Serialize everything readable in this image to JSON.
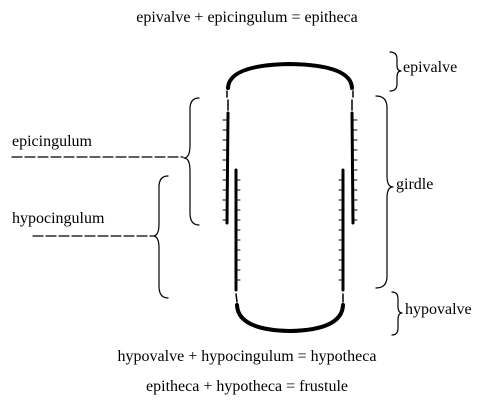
{
  "equations": {
    "epitheca": "epivalve + epicingulum = epitheca",
    "hypotheca": "hypovalve + hypocingulum = hypotheca",
    "frustule": "epitheca + hypotheca = frustule"
  },
  "labels": {
    "epivalve": "epivalve",
    "girdle": "girdle",
    "hypovalve": "hypovalve",
    "epicingulum": "epicingulum",
    "hypocingulum": "hypocingulum"
  },
  "colors": {
    "ink": "#000000",
    "background": "#ffffff"
  }
}
